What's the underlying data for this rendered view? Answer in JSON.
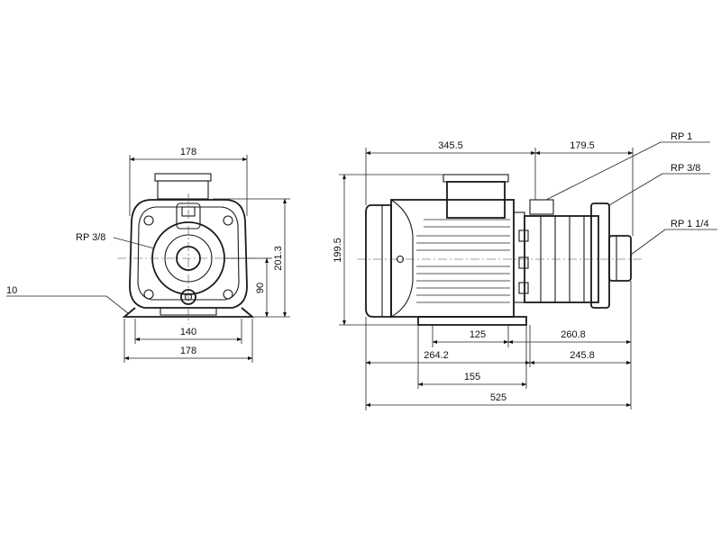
{
  "front_view": {
    "width_top": "178",
    "port_label": "RP 3/8",
    "foot_label": "10",
    "height_total": "201.3",
    "shaft_height": "90",
    "foot_inner": "140",
    "foot_outer": "178"
  },
  "side_view": {
    "motor_length": "345.5",
    "pump_head": "179.5",
    "height": "199.5",
    "label_rp1": "RP 1",
    "label_rp38": "RP 3/8",
    "label_rp114": "RP 1 1/4",
    "dim_125": "125",
    "dim_260_8": "260.8",
    "dim_264_2": "264.2",
    "dim_245_8": "245.8",
    "dim_155": "155",
    "dim_525": "525"
  }
}
